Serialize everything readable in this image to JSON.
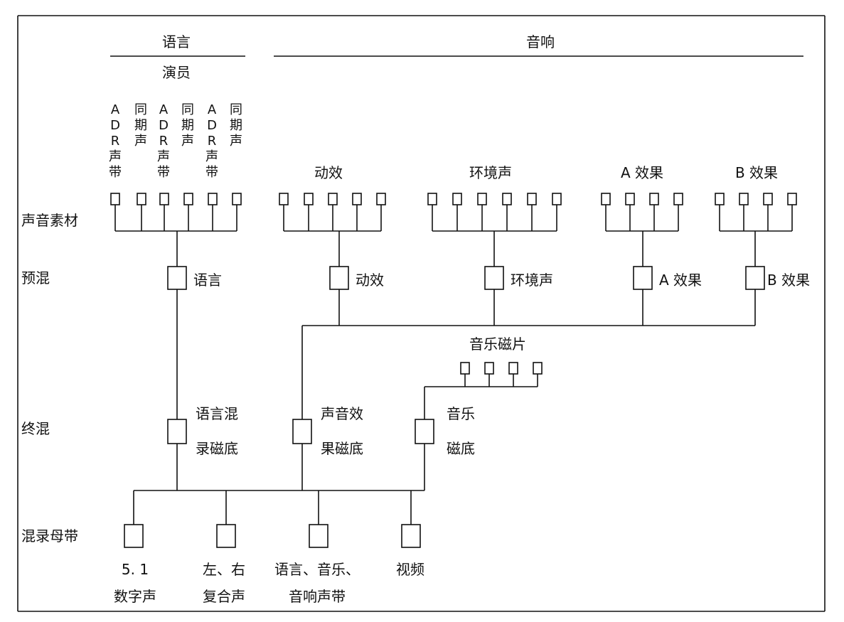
{
  "header": {
    "speech": "语言",
    "sound": "音响"
  },
  "actors": "演员",
  "source_labels": {
    "adr": [
      "A",
      "D",
      "R",
      "声",
      "带"
    ],
    "sync": [
      "同",
      "期",
      "声"
    ]
  },
  "groups": {
    "sfx": "动效",
    "ambience": "环境声",
    "a_effects": "A 效果",
    "b_effects": "B 效果",
    "music_mag": "音乐磁片"
  },
  "stages": {
    "source": "声音素材",
    "premix": "预混",
    "final": "终混",
    "master": "混录母带"
  },
  "premix": {
    "speech": "语言",
    "sfx": "动效",
    "ambience": "环境声",
    "a_effects": "A 效果",
    "b_effects": "B 效果"
  },
  "final": {
    "speech": [
      "语言混",
      "录磁底"
    ],
    "effects": [
      "声音效",
      "果磁底"
    ],
    "music": [
      "音乐",
      "磁底"
    ]
  },
  "masters": {
    "digital": [
      "5. 1",
      "数字声"
    ],
    "stereo": [
      "左、右",
      "复合声"
    ],
    "stems": [
      "语言、音乐、",
      "音响声带"
    ],
    "video": [
      "视频"
    ]
  }
}
